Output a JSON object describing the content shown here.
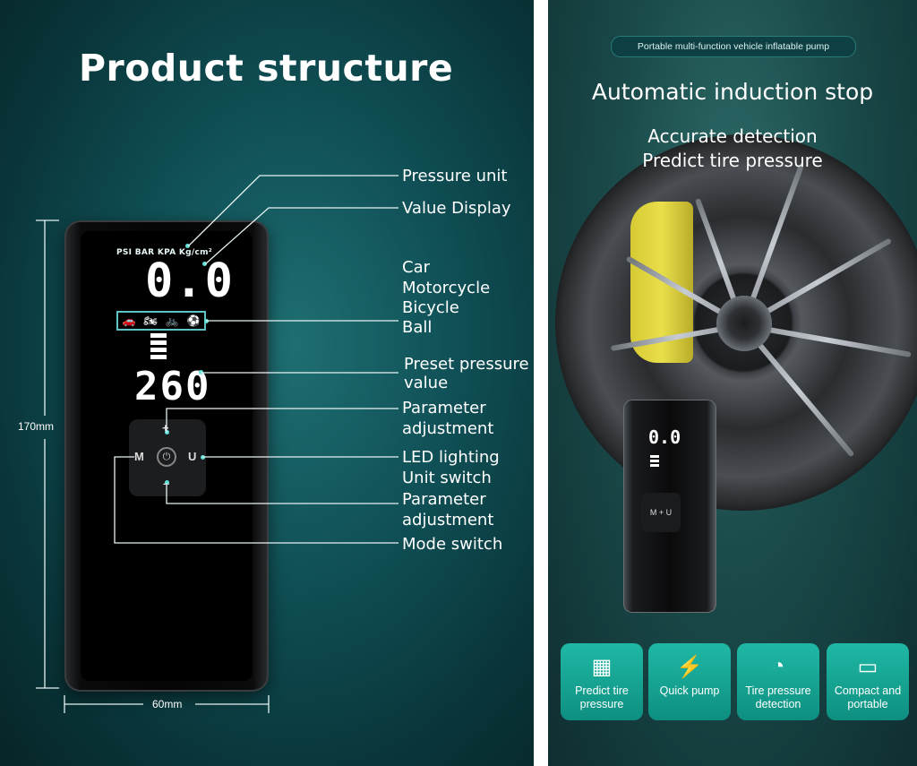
{
  "left": {
    "title": "Product structure",
    "device": {
      "units": "PSI BAR  KPA  Kg/cm²",
      "main_value": "0.0",
      "preset_value": "260",
      "keys": {
        "m": "M",
        "u": "U",
        "plus": "+",
        "minus": "–",
        "power": "⏻"
      },
      "mode_icons": [
        "🚗",
        "🏍",
        "🚲",
        "⚽"
      ]
    },
    "labels": {
      "pressure_unit": "Pressure unit",
      "value_display": "Value Display",
      "car": "Car",
      "motorcycle": "Motorcycle",
      "bicycle": "Bicycle",
      "ball": "Ball",
      "preset_1": "Preset pressure",
      "preset_2": "value",
      "param_adj_1a": "Parameter",
      "param_adj_1b": "adjustment",
      "led_lighting": "LED lighting",
      "unit_switch": "Unit switch",
      "param_adj_2a": "Parameter",
      "param_adj_2b": "adjustment",
      "mode_switch": "Mode switch"
    },
    "dimensions": {
      "height": "170mm",
      "width": "60mm"
    }
  },
  "right": {
    "pill": "Portable multi-function vehicle inflatable pump",
    "headline": "Automatic induction stop",
    "sub1": "Accurate detection",
    "sub2": "Predict tire pressure",
    "pump": {
      "value": "0.0",
      "keys": "M  +  U"
    },
    "features": [
      {
        "icon": "▦",
        "line1": "Predict tire",
        "line2": "pressure"
      },
      {
        "icon": "⚡",
        "line1": "Quick pump",
        "line2": ""
      },
      {
        "icon": "◔",
        "line1": "Tire pressure",
        "line2": "detection"
      },
      {
        "icon": "▭",
        "line1": "Compact and",
        "line2": "portable"
      }
    ]
  }
}
